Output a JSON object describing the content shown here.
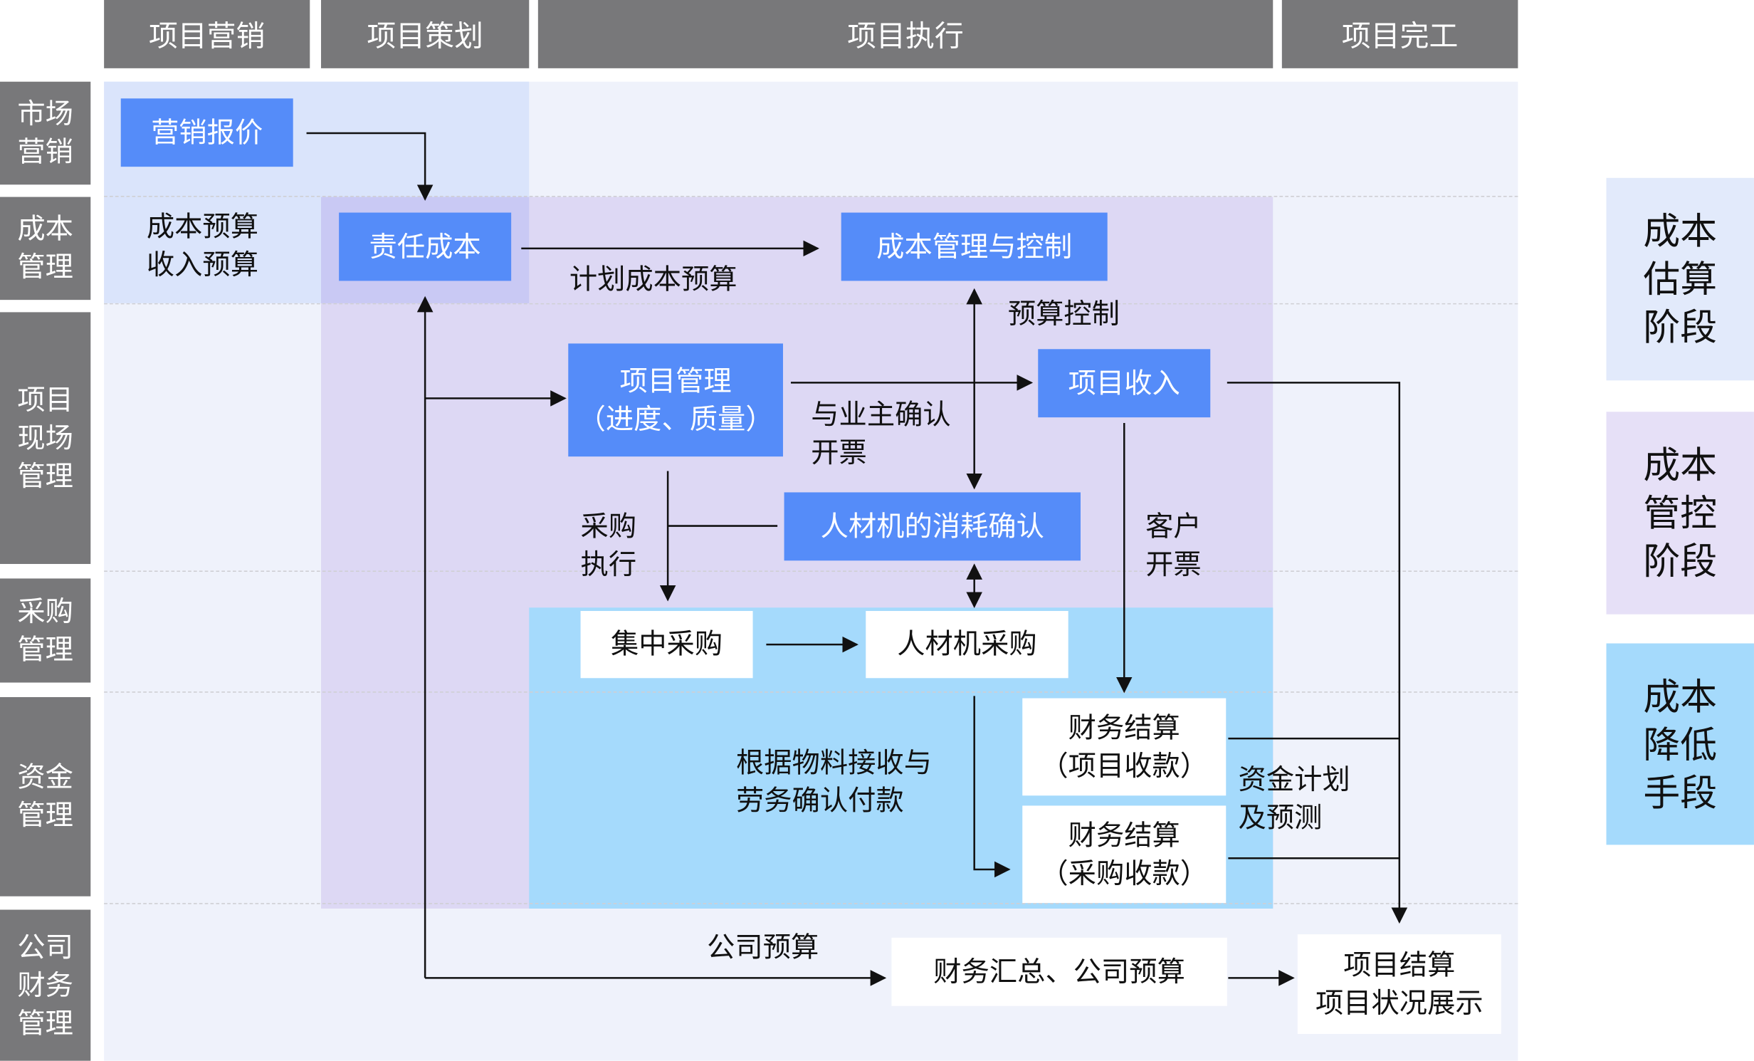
{
  "columns": [
    "项目营销",
    "项目策划",
    "项目执行",
    "项目完工"
  ],
  "rows": [
    "市场\n营销",
    "成本\n管理",
    "项目\n现场\n管理",
    "采购\n管理",
    "资金\n管理",
    "公司\n财务\n管理"
  ],
  "nodes": {
    "marketing_quote": "营销报价",
    "responsibility_cost": "责任成本",
    "cost_mgmt_control": "成本管理与控制",
    "project_mgmt": "项目管理\n（进度、质量）",
    "project_income": "项目收入",
    "resource_consumption": "人材机的消耗确认",
    "central_purchase": "集中采购",
    "resource_purchase": "人材机采购",
    "fin_settle_income": "财务结算\n（项目收款）",
    "fin_settle_purchase": "财务结算\n（采购收款）",
    "fin_summary": "财务汇总、公司预算",
    "project_settlement": "项目结算\n项目状况展示"
  },
  "labels": {
    "cost_budget": "成本预算\n收入预算",
    "plan_cost_budget": "计划成本预算",
    "budget_control": "预算控制",
    "owner_confirm_invoice": "与业主确认\n开票",
    "purchase_exec": "采购\n执行",
    "customer_invoice": "客户\n开票",
    "pay_by_receipt": "根据物料接收与\n劳务确认付款",
    "fund_plan": "资金计划\n及预测",
    "company_budget": "公司预算"
  },
  "stages": [
    "成本\n估算\n阶段",
    "成本\n管控\n阶段",
    "成本\n降低\n手段"
  ],
  "colors": {
    "header_gray": "#78787a",
    "node_blue": "#558cf9",
    "zone_estimate": "#dae4fb",
    "zone_control": "#ddd8f4",
    "zone_reduce": "#a5dafc",
    "background": "#eff2fb"
  }
}
